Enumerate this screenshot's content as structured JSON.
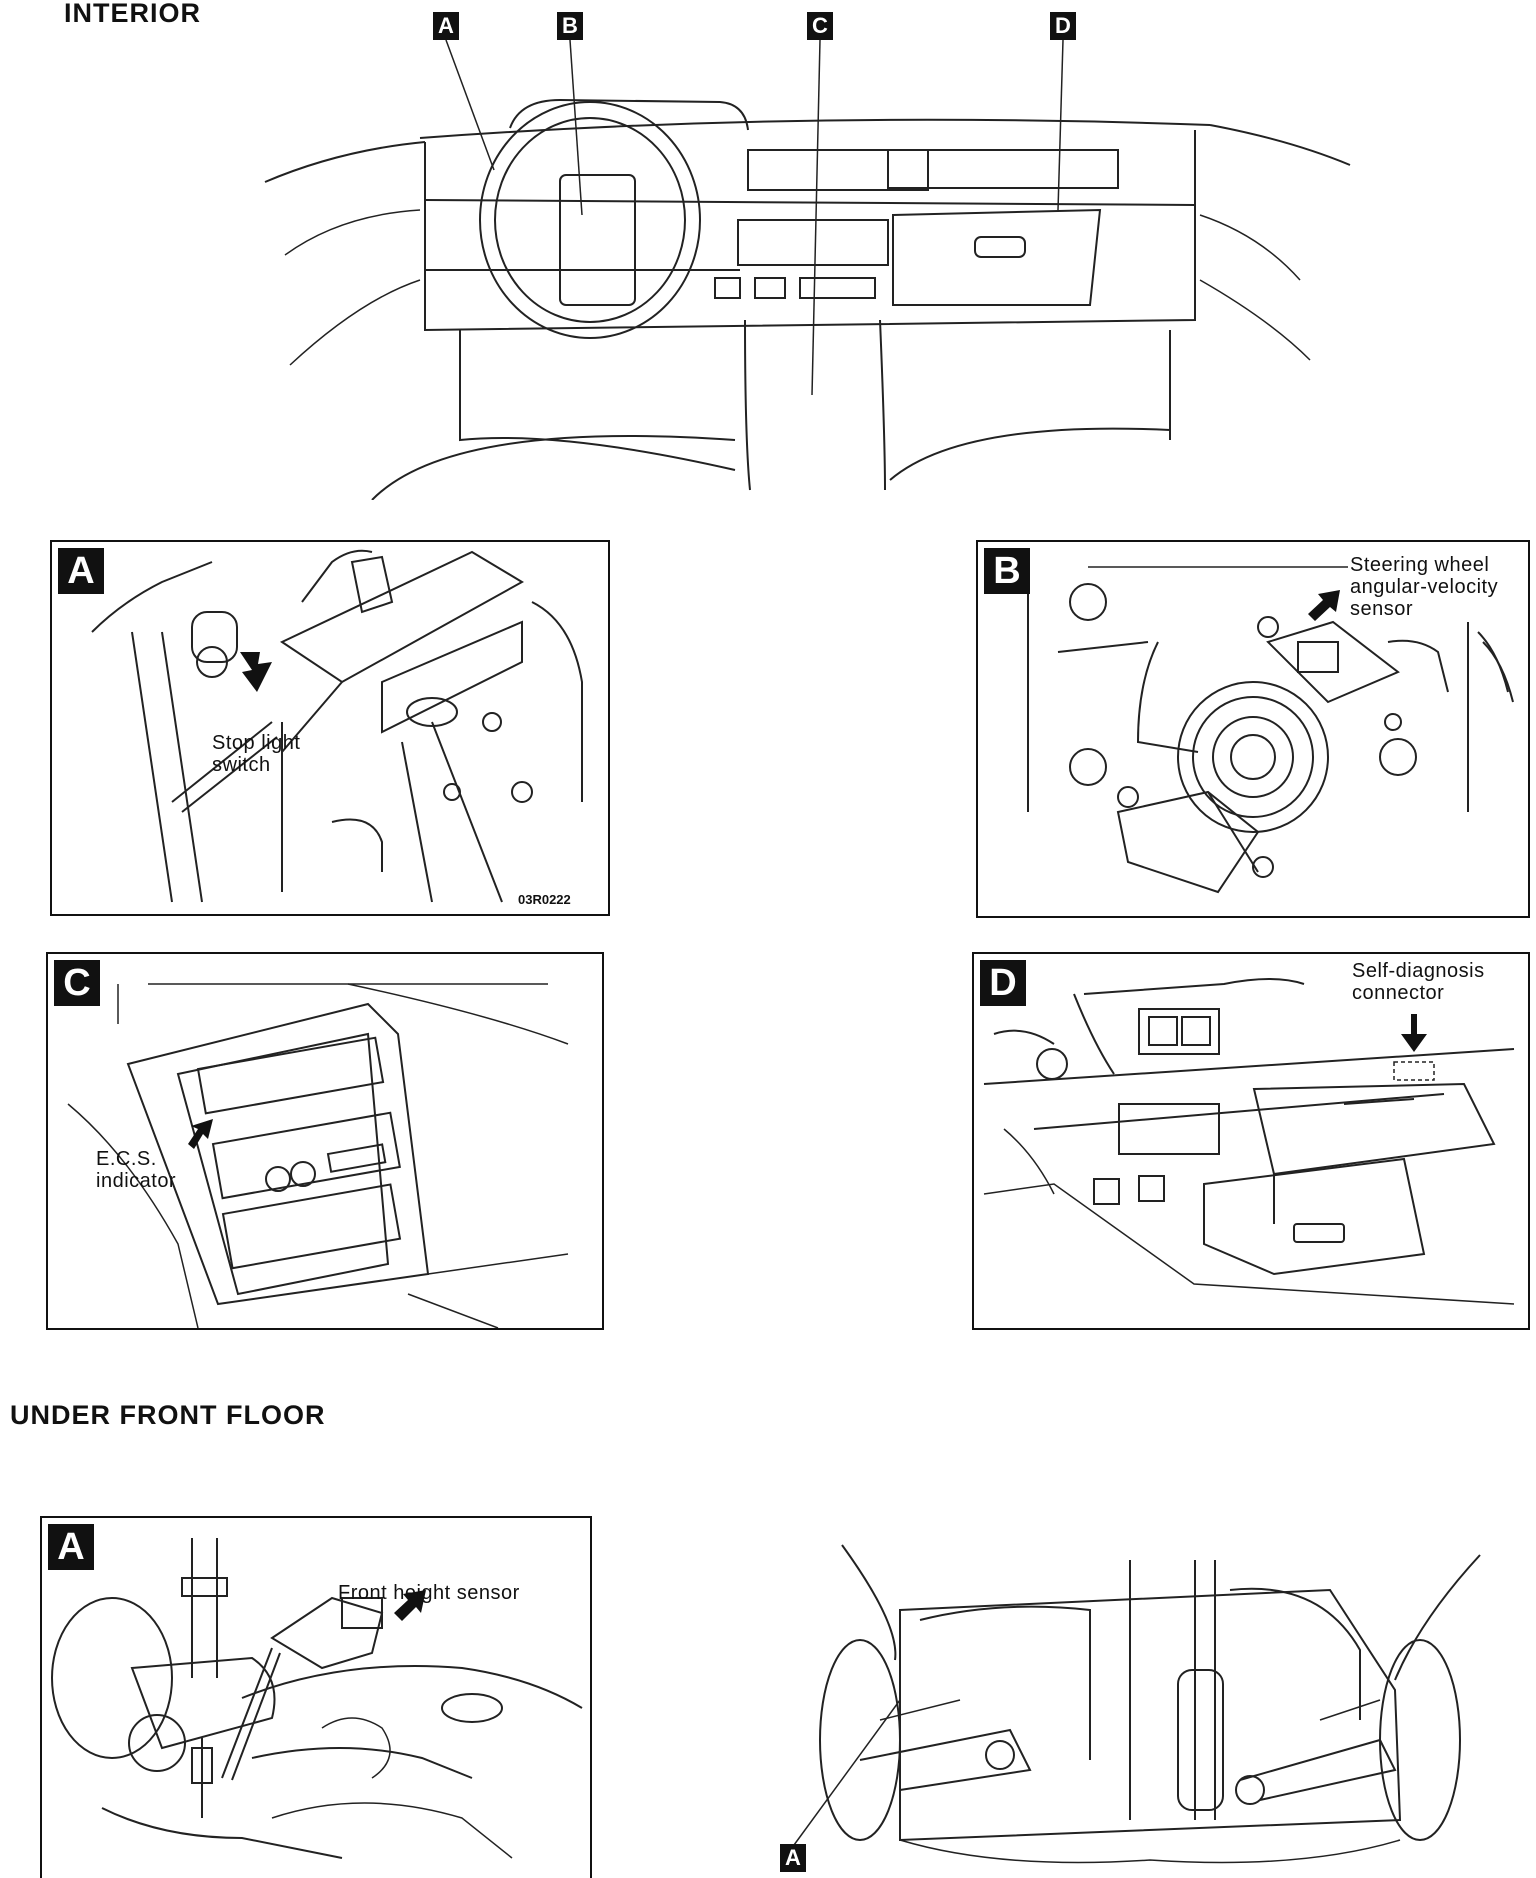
{
  "sections": {
    "interior_title": "INTERIOR",
    "under_floor_title": "UNDER FRONT FLOOR"
  },
  "callouts": [
    "A",
    "B",
    "C",
    "D"
  ],
  "panels": {
    "a": {
      "letter": "A",
      "label_lines": [
        "Stop light",
        "switch"
      ],
      "code": "03R0222"
    },
    "b": {
      "letter": "B",
      "label_lines": [
        "Steering wheel",
        "angular-velocity",
        "sensor"
      ]
    },
    "c": {
      "letter": "C",
      "label_lines": [
        "E.C.S.",
        "indicator"
      ]
    },
    "d": {
      "letter": "D",
      "label_lines": [
        "Self-diagnosis",
        "connector"
      ]
    },
    "under_a": {
      "letter": "A",
      "label": "Front height sensor"
    }
  },
  "under_callout": "A"
}
